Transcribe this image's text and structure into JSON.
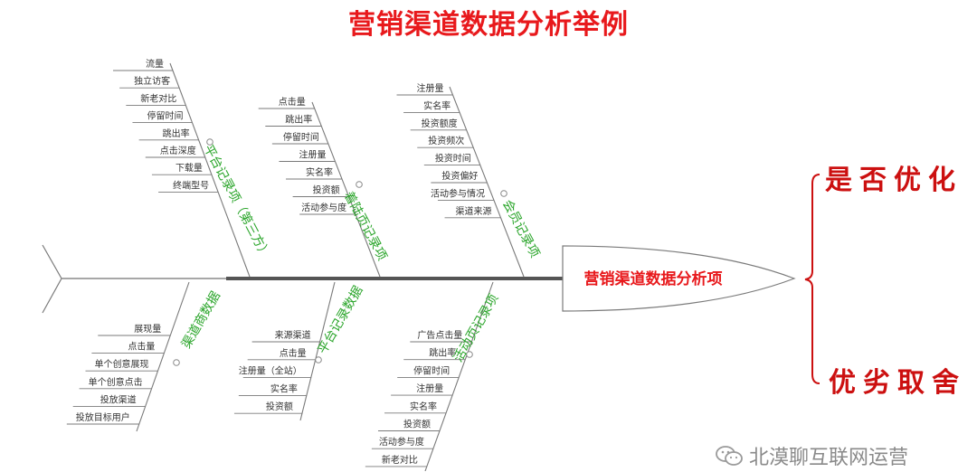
{
  "title": "营销渠道数据分析举例",
  "head_label": "营销渠道数据分析项",
  "right_labels": [
    "是否优化",
    "优劣取舍"
  ],
  "watermark": "北漠聊互联网运营",
  "branches": [
    {
      "label": "平台记录项（第三方）",
      "items": [
        "流量",
        "独立访客",
        "新老对比",
        "停留时间",
        "跳出率",
        "点击深度",
        "下载量",
        "终端型号"
      ]
    },
    {
      "label": "着陆页记录项",
      "items": [
        "点击量",
        "跳出率",
        "停留时间",
        "注册量",
        "实名率",
        "投资额",
        "活动参与度"
      ]
    },
    {
      "label": "会员记录项",
      "items": [
        "注册量",
        "实名率",
        "投资额度",
        "投资频次",
        "投资时间",
        "投资偏好",
        "活动参与情况",
        "渠道来源"
      ]
    },
    {
      "label": "渠道商数据",
      "items": [
        "展现量",
        "点击量",
        "单个创意展现",
        "单个创意点击",
        "投放渠道",
        "投放目标用户"
      ]
    },
    {
      "label": "平台记录数据",
      "items": [
        "来源渠道",
        "点击量",
        "注册量（全站）",
        "实名率",
        "投资额"
      ]
    },
    {
      "label": "活动页记录项",
      "items": [
        "广告点击量",
        "跳出率",
        "停留时间",
        "注册量",
        "实名率",
        "投资额",
        "活动参与度",
        "新老对比"
      ]
    }
  ],
  "colors": {
    "title": "#e8191c",
    "head_label": "#e8191c",
    "branch_label": "#2aa52a",
    "line": "#7a7a7a",
    "spine": "#555555",
    "calligraphy": "#cc1010"
  }
}
